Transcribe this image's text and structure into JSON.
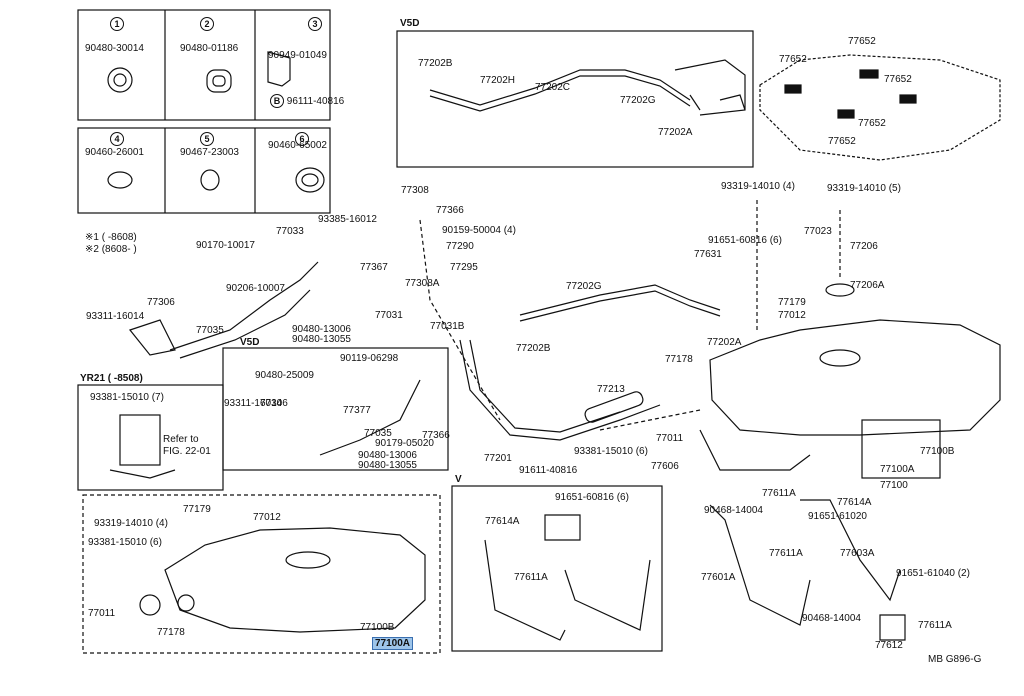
{
  "ref_code": "MB G896-G",
  "boxes": {
    "b1": {
      "num": "1",
      "part": "90480-30014"
    },
    "b2": {
      "num": "2",
      "part": "90480-01186"
    },
    "b3": {
      "num": "3",
      "part": "90949-01049",
      "sub_badge": "B",
      "sub_part": "96111-40816"
    },
    "b4": {
      "num": "4",
      "part": "90460-26001"
    },
    "b5": {
      "num": "5",
      "part": "90467-23003"
    },
    "b6": {
      "num": "6",
      "part": "90460-65002"
    }
  },
  "sections": {
    "v5d_top": "V5D",
    "v5d_mid": "V5D",
    "yr21": "YR21 (     -8508)",
    "v": "V"
  },
  "notes": {
    "mark1": "※1 (     -8608)",
    "mark2": "※2 (8608-     )",
    "refer": "Refer to",
    "refer2": "FIG. 22-01"
  },
  "labels": [
    "77202B",
    "77202H",
    "77202C",
    "77202G",
    "77202A",
    "77652",
    "77652",
    "77652",
    "77652",
    "77652",
    "93319-14010 (4)",
    "93319-14010 (5)",
    "77308",
    "77366",
    "93385-16012",
    "90159-50004 (4)",
    "77290",
    "77367",
    "77295",
    "77308A",
    "77033",
    "90170-10017",
    "90206-10007",
    "77306",
    "93311-16014",
    "77035",
    "90480-13006",
    "90480-13055",
    "91651-60816 (6)",
    "77023",
    "77206",
    "77631",
    "77206A",
    "77031",
    "77031B",
    "77202B",
    "77202G",
    "77202A",
    "77179",
    "77012",
    "90480-25009",
    "90119-06298",
    "77306",
    "93311-16014",
    "77377",
    "77035",
    "77366",
    "90179-05020",
    "90480-13006",
    "90480-13055",
    "93381-15010 (7)",
    "77213",
    "77178",
    "77011",
    "77201",
    "93381-15010 (6)",
    "91611-40816",
    "77606",
    "77100B",
    "77100A",
    "77100",
    "91651-60816 (6)",
    "77614A",
    "77611A",
    "77611A",
    "90468-14004",
    "77614A",
    "91651-61020",
    "77611A",
    "77603A",
    "91651-61040 (2)",
    "77601A",
    "90468-14004",
    "77611A",
    "77612",
    "77179",
    "77012",
    "93319-14010 (4)",
    "93381-15010 (6)",
    "77011",
    "77178",
    "77100B",
    "77100A"
  ],
  "highlight": "77100A"
}
